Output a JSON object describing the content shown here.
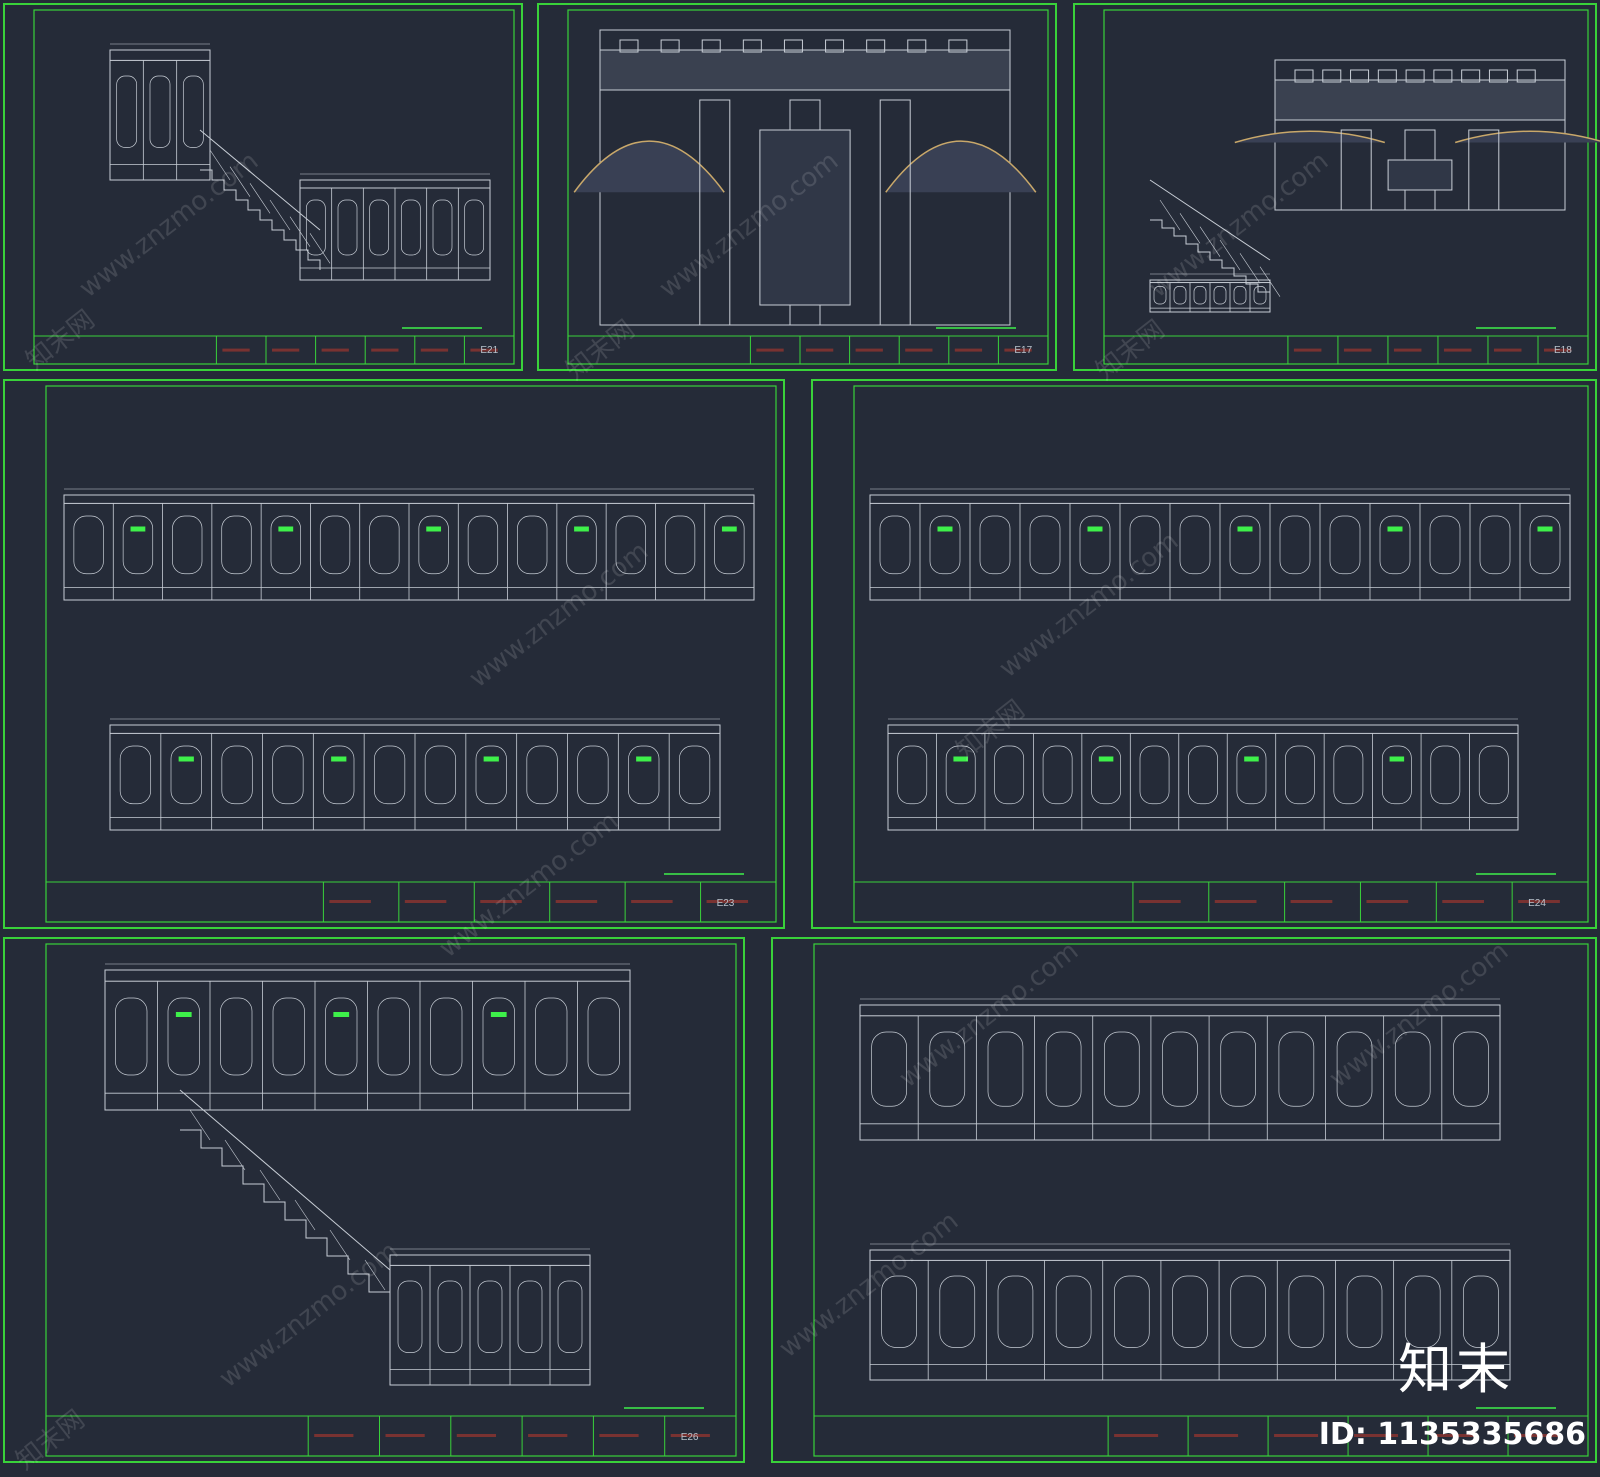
{
  "sheets": [
    {
      "drawing_no": "E21"
    },
    {
      "drawing_no": "E17"
    },
    {
      "drawing_no": "E18"
    },
    {
      "drawing_no": "E23"
    },
    {
      "drawing_no": "E24"
    },
    {
      "drawing_no": "E26"
    },
    {
      "drawing_no": ""
    }
  ],
  "watermark": {
    "text": "www.znzmo.com",
    "cn_text": "知末网"
  },
  "brand": {
    "logo_text": "知末",
    "id_text": "ID: 1135335686"
  },
  "colors": {
    "background": "#252b38",
    "frame": "#39d23a",
    "lines": "#c8ced6",
    "dimension": "#3ef04a"
  }
}
